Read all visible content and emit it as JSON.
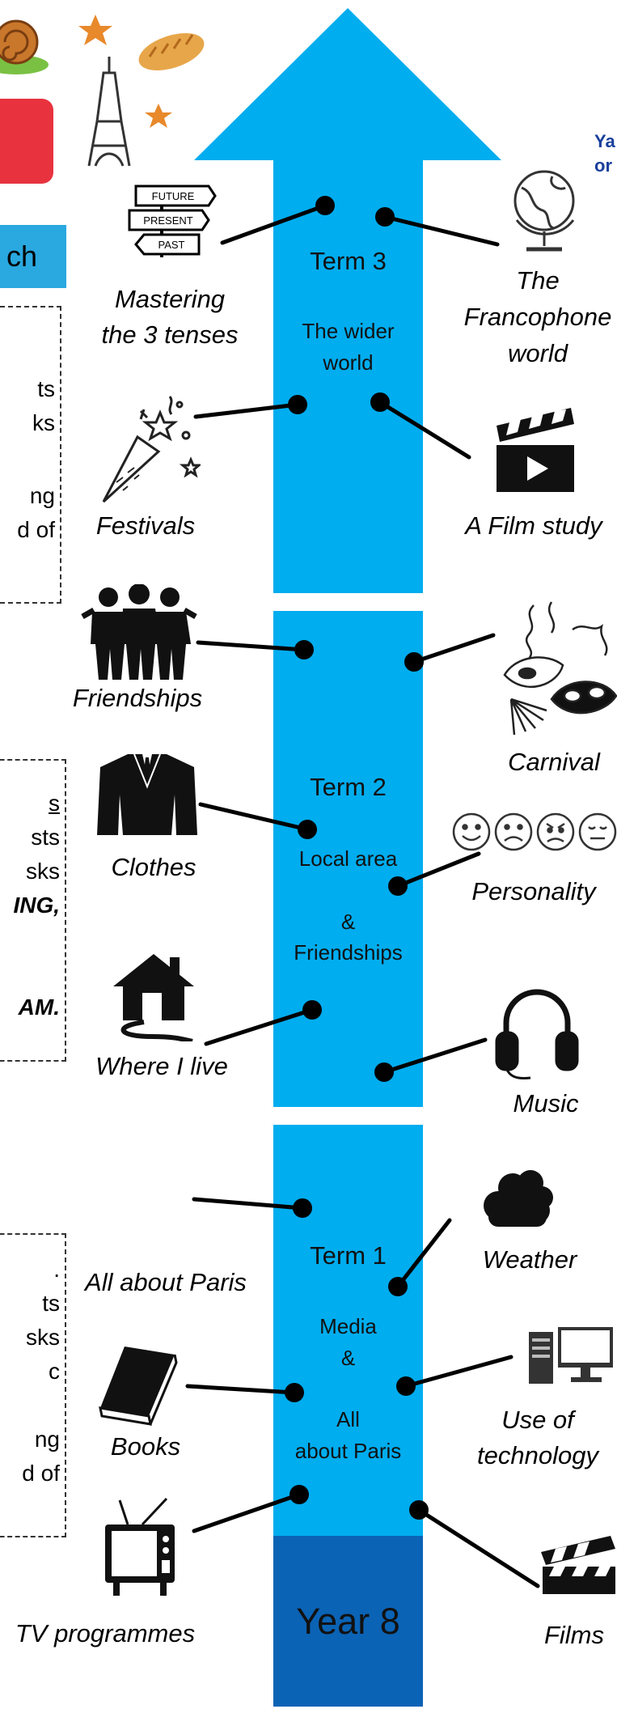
{
  "colors": {
    "arrow": "#00adef",
    "arrow_dark": "#0b63b5",
    "callout": "#1a3f9c",
    "tab": "#2aa8e0",
    "badge": "#e8333f"
  },
  "terms": [
    {
      "title": "Term 3",
      "subtitle": [
        "The wider",
        "world"
      ]
    },
    {
      "title": "Term 2",
      "subtitle": [
        "Local area",
        "&",
        "Friendships"
      ]
    },
    {
      "title": "Term 1",
      "subtitle": [
        "Media",
        "&",
        "All",
        "about Paris"
      ]
    }
  ],
  "year": "Year 8",
  "topics": {
    "t3_tenses": [
      "Mastering",
      "the 3 tenses"
    ],
    "t3_francophone": [
      "The",
      "Francophone",
      "world"
    ],
    "t3_festivals": "Festivals",
    "t3_film_study": "A Film study",
    "t2_friendships": "Friendships",
    "t2_carnival": "Carnival",
    "t2_clothes": "Clothes",
    "t2_personality": "Personality",
    "t2_where_live": "Where I live",
    "t2_music": "Music",
    "t1_paris": "All about Paris",
    "t1_weather": "Weather",
    "t1_books": "Books",
    "t1_technology": [
      "Use of",
      "technology"
    ],
    "t1_tv": "TV programmes",
    "t1_films": "Films"
  },
  "tense_sign": [
    "FUTURE",
    "PRESENT",
    "PAST"
  ],
  "tab_fragment": "ch",
  "callout_fragment": [
    "Ya",
    "or"
  ],
  "box1": [
    "ts",
    "ks",
    "ng",
    "d of"
  ],
  "box2": [
    {
      "text": "s",
      "style": "u"
    },
    {
      "text": "sts",
      "style": ""
    },
    {
      "text": "sks",
      "style": ""
    },
    {
      "text": "ING,",
      "style": "bi"
    },
    {
      "text": "AM.",
      "style": "bi"
    }
  ],
  "box3": [
    ".",
    "ts",
    "sks",
    "c",
    "ng",
    "d of"
  ],
  "icons": [
    "snail-icon",
    "star-icon",
    "bread-icon",
    "eiffel-tower-icon",
    "signpost-icon",
    "globe-icon",
    "party-popper-icon",
    "clapperboard-icon",
    "friends-group-icon",
    "carnival-mask-icon",
    "suit-jacket-icon",
    "emoji-faces-icon",
    "house-icon",
    "headphones-icon",
    "cloud-icon",
    "book-icon",
    "computer-icon",
    "television-icon"
  ]
}
